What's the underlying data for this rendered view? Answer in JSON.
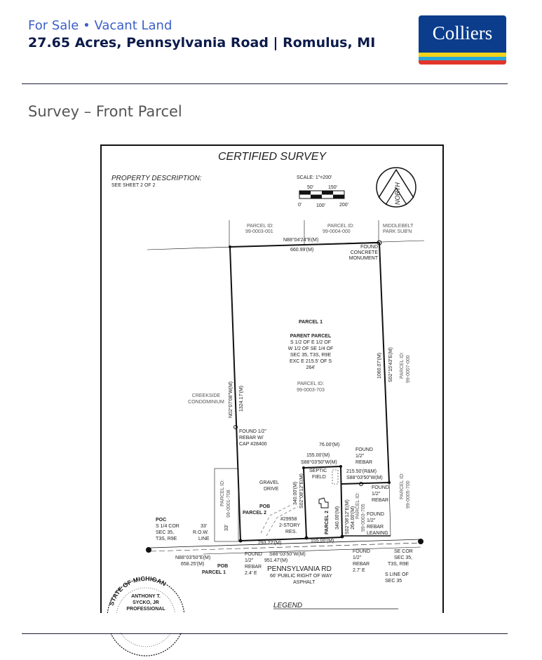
{
  "header": {
    "eyebrow": "For Sale • Vacant Land",
    "title": "27.65 Acres, Pennsylvania Road | Romulus, MI",
    "logo_text": "Colliers",
    "brand_colors": {
      "blue": "#0b3d8c",
      "yellow": "#f3d31a",
      "cyan": "#2aa9d8",
      "red": "#e2362b"
    }
  },
  "section_title": "Survey – Front Parcel",
  "survey": {
    "title": "CERTIFIED SURVEY",
    "property_description": "PROPERTY DESCRIPTION:",
    "see_sheet": "SEE SHEET 2 OF 2",
    "scale": "SCALE:   1\"=200'",
    "scale_ticks": [
      "50'",
      "150'",
      "0'",
      "100'",
      "200'"
    ],
    "north": "NORTH",
    "labels": [
      "PARCEL ID:",
      "99-0003-001",
      "PARCEL ID:",
      "99-0004-000",
      "MIDDLEBELT",
      "PARK SUB'N",
      "N88°04'24\"E(M)",
      "660.99'(M)",
      "FOUND",
      "CONCRETE",
      "MONUMENT",
      "PARCEL 1",
      "PARENT PARCEL",
      "S 1/2 OF E 1/2 OF",
      "W 1/2 OF SE 1/4 OF",
      "SEC 35, T3S, R9E",
      "EXC E 215.5' OF S",
      "264'",
      "PARCEL ID:",
      "99-0003-703",
      "CREEKSIDE",
      "CONDOMINIUM",
      "N02°07'08\"W(M)",
      "1324.17'(M)",
      "1060.07'(M)",
      "S02°15'43\"E(M)",
      "PARCEL ID:",
      "99-0007-000",
      "FOUND 1/2\"",
      "REBAR W/",
      "CAP #28400",
      "76.00'(M)",
      "FOUND",
      "1/2\"",
      "REBAR",
      "155.00'(M)",
      "S88°03'50\"W(M)",
      "SEPTIC",
      "FIELD",
      "215.50'(R&M)",
      "S88°03'50\"W(M)",
      "FOUND",
      "1/2\"",
      "REBAR",
      "GRAVEL",
      "DRIVE",
      "340.00'(M)",
      "S02°08'12\"E(M)",
      "POB",
      "PARCEL 2",
      "#29958",
      "2-STORY",
      "RES.",
      "PARCEL 2",
      "340.00'(M)",
      "S02°08'12\"E(M)",
      "264.00'(M)",
      "PARCEL ID:",
      "99-0003-705",
      "PARCEL ID:",
      "99-0005-700",
      "FOUND",
      "1/2\"",
      "REBAR",
      "LEANING",
      "PARCEL ID:",
      "99-0001-708",
      "POC",
      "S 1/4 COR",
      "SEC 35,",
      "T3S, R9E",
      "33'",
      "R.O.W.",
      "LINE",
      "33'",
      "293.22'(M)",
      "155.00'(M)",
      "N88°03'50\"E(M)",
      "658.25'(M)",
      "POB",
      "PARCEL 1",
      "FOUND",
      "1/2\"",
      "REBAR",
      "2.4' E",
      "S88°03'50\"W(M)",
      "951.47'(M)",
      "PENNSYLVANIA RD",
      "66' PUBLIC RIGHT OF WAY",
      "ASPHALT",
      "FOUND",
      "1/2\"",
      "REBAR",
      "2.7' E",
      "SE COR",
      "SEC 35,",
      "T3S, R9E",
      "S LINE OF",
      "SEC 35",
      "LEGEND"
    ],
    "seal_text": [
      "STATE OF MICHIGAN",
      "ANTHONY T.",
      "SYCKO, JR",
      "PROFESSIONAL"
    ]
  }
}
